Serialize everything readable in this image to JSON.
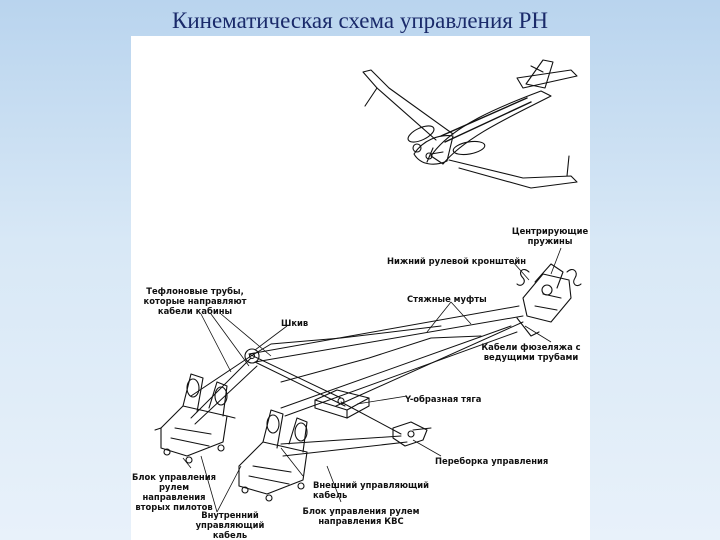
{
  "slide": {
    "title": "Кинематическая схема управления РН"
  },
  "labels": {
    "centering_springs": "Центрирующие\nпружины",
    "lower_bracket": "Нижний рулевой кронштейн",
    "teflon_tubes": "Тефлоновые трубы,\nкоторые направляют\nкабели кабины",
    "turnbuckles": "Стяжные муфты",
    "pulley": "Шкив",
    "fuselage_cables": "Кабели фюзеляжа с\nведущими трубами",
    "y_rod": "Y-образная тяга",
    "control_crossover": "Переборка управления",
    "copilot_pedals": "Блок управления\nрулем направления\nвторых пилотов",
    "outer_cable": "Внешний управляющий кабель",
    "inner_cable": "Внутренний\nуправляющий\nкабель",
    "captain_pedals": "Блок управления рулем\nнаправления КВС"
  }
}
